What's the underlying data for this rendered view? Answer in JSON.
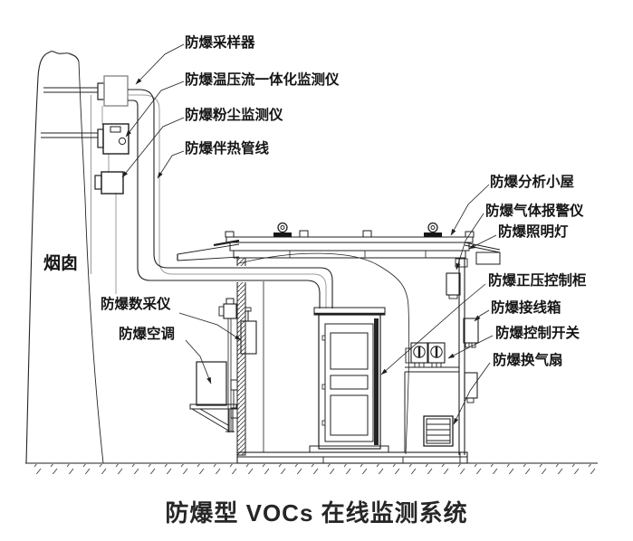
{
  "title": "防爆型 VOCs 在线监测系统",
  "labels": {
    "chimney": "烟囱",
    "sampler": "防爆采样器",
    "tpf_monitor": "防爆温压流一体化监测仪",
    "dust_monitor": "防爆粉尘监测仪",
    "heat_traced_line": "防爆伴热管线",
    "analysis_shelter": "防爆分析小屋",
    "gas_alarm": "防爆气体报警仪",
    "lighting_lamp": "防爆照明灯",
    "positive_pressure_cabinet": "防爆正压控制柜",
    "junction_box": "防爆接线箱",
    "control_switch": "防爆控制开关",
    "ventilation_fan": "防爆换气扇",
    "data_logger": "防爆数采仪",
    "air_conditioner": "防爆空调"
  },
  "colors": {
    "line": "#1f1f1f",
    "cable": "#9b9b9b",
    "background": "#ffffff"
  }
}
